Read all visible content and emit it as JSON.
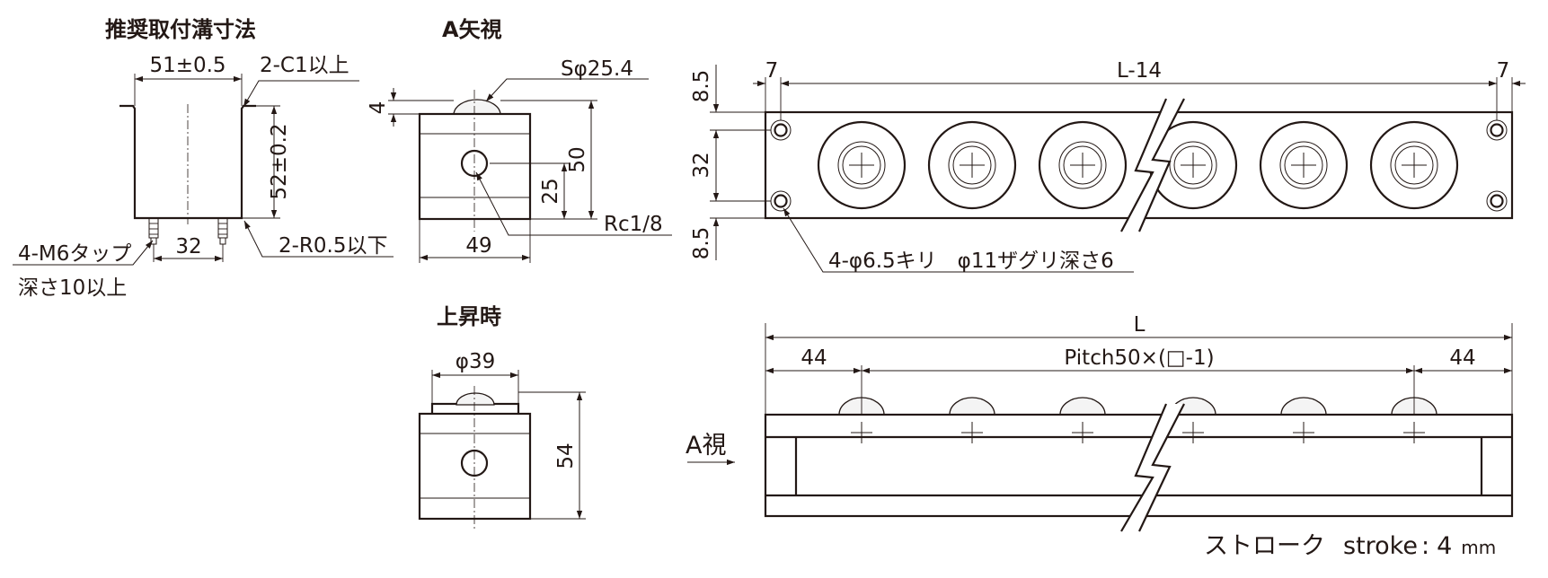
{
  "titles": {
    "groove": "推奨取付溝寸法",
    "view_a": "A矢視",
    "raised": "上昇時",
    "a_view": "A視"
  },
  "groove": {
    "width": "51±0.5",
    "chamfer": "2-C1以上",
    "height": "52±0.2",
    "tap": "4-M6タップ",
    "tap_depth": "深さ10以上",
    "pitch": "32",
    "radius": "2-R0.5以下"
  },
  "view_a": {
    "ball": "Sφ25.4",
    "protrusion": "4",
    "height": "50",
    "port_height": "25",
    "port": "Rc1/8",
    "width": "49"
  },
  "raised": {
    "ball_dia": "φ39",
    "height": "54"
  },
  "top": {
    "edge_left": "7",
    "length": "L-14",
    "edge_right": "7",
    "margin_top": "8.5",
    "hole_pitch": "32",
    "margin_bottom": "8.5",
    "holes": "4-φ6.5キリ　φ11ザグリ深さ6"
  },
  "front": {
    "total": "L",
    "end_left": "44",
    "pitch": "Pitch50×(□-1)",
    "end_right": "44"
  },
  "stroke": {
    "label": "ストローク",
    "label_en": "stroke",
    "value": "4",
    "unit": "mm"
  }
}
